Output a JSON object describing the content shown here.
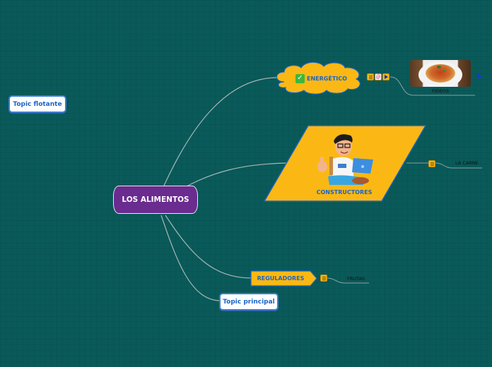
{
  "map": {
    "background_color": "#0a5a5a",
    "central_topic": {
      "label": "LOS ALIMENTOS",
      "color": "#6a2c8f"
    },
    "floating_topic": {
      "label": "Topic flotante"
    },
    "main_topics": [
      {
        "label": "ENERGÉTICO",
        "shape": "cloud",
        "icon": "check-icon",
        "markers": [
          "note-icon",
          "link-icon",
          "play-icon"
        ],
        "subtopics": [
          {
            "label": "FIDEOS",
            "image": "pasta-plate-image"
          }
        ]
      },
      {
        "label": "CONSTRUCTORES",
        "shape": "parallelogram",
        "image": "student-with-laptop-illustration",
        "markers": [
          "note-icon"
        ],
        "subtopics": [
          {
            "label": "LA CARNE"
          }
        ]
      },
      {
        "label": "REGULADORES",
        "shape": "arrow-tag",
        "markers": [
          "note-icon"
        ],
        "subtopics": [
          {
            "label": "FRUTAS"
          }
        ]
      },
      {
        "label": "Topic principal",
        "shape": "rounded-rect"
      }
    ],
    "colors": {
      "topic_fill": "#fbb814",
      "topic_border": "#1b64c6",
      "topic_text": "#1b64c6",
      "link_line": "#b8c4c4"
    }
  }
}
